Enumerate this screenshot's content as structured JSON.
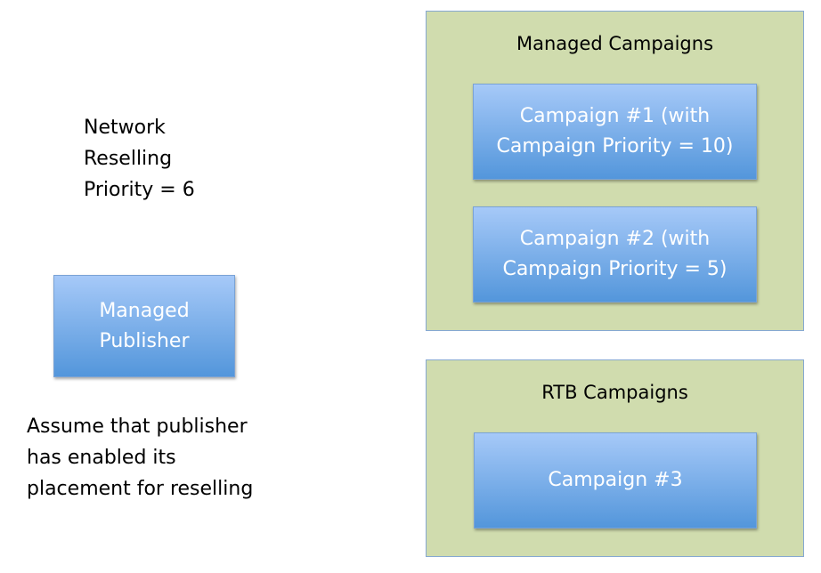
{
  "network_priority_text": "Network\nReselling\nPriority = 6",
  "publisher": {
    "label": "Managed\nPublisher"
  },
  "assumption_text": "Assume that publisher\nhas enabled its\nplacement for reselling",
  "managed_group": {
    "title": "Managed Campaigns",
    "campaigns": [
      {
        "label": "Campaign #1 (with\nCampaign Priority = 10)"
      },
      {
        "label": "Campaign #2 (with\nCampaign Priority = 5)"
      }
    ]
  },
  "rtb_group": {
    "title": "RTB Campaigns",
    "campaigns": [
      {
        "label": "Campaign #3"
      }
    ]
  },
  "colors": {
    "group_fill": "#d0dcae",
    "box_top": "#a6c9f8",
    "box_bottom": "#5396db"
  }
}
